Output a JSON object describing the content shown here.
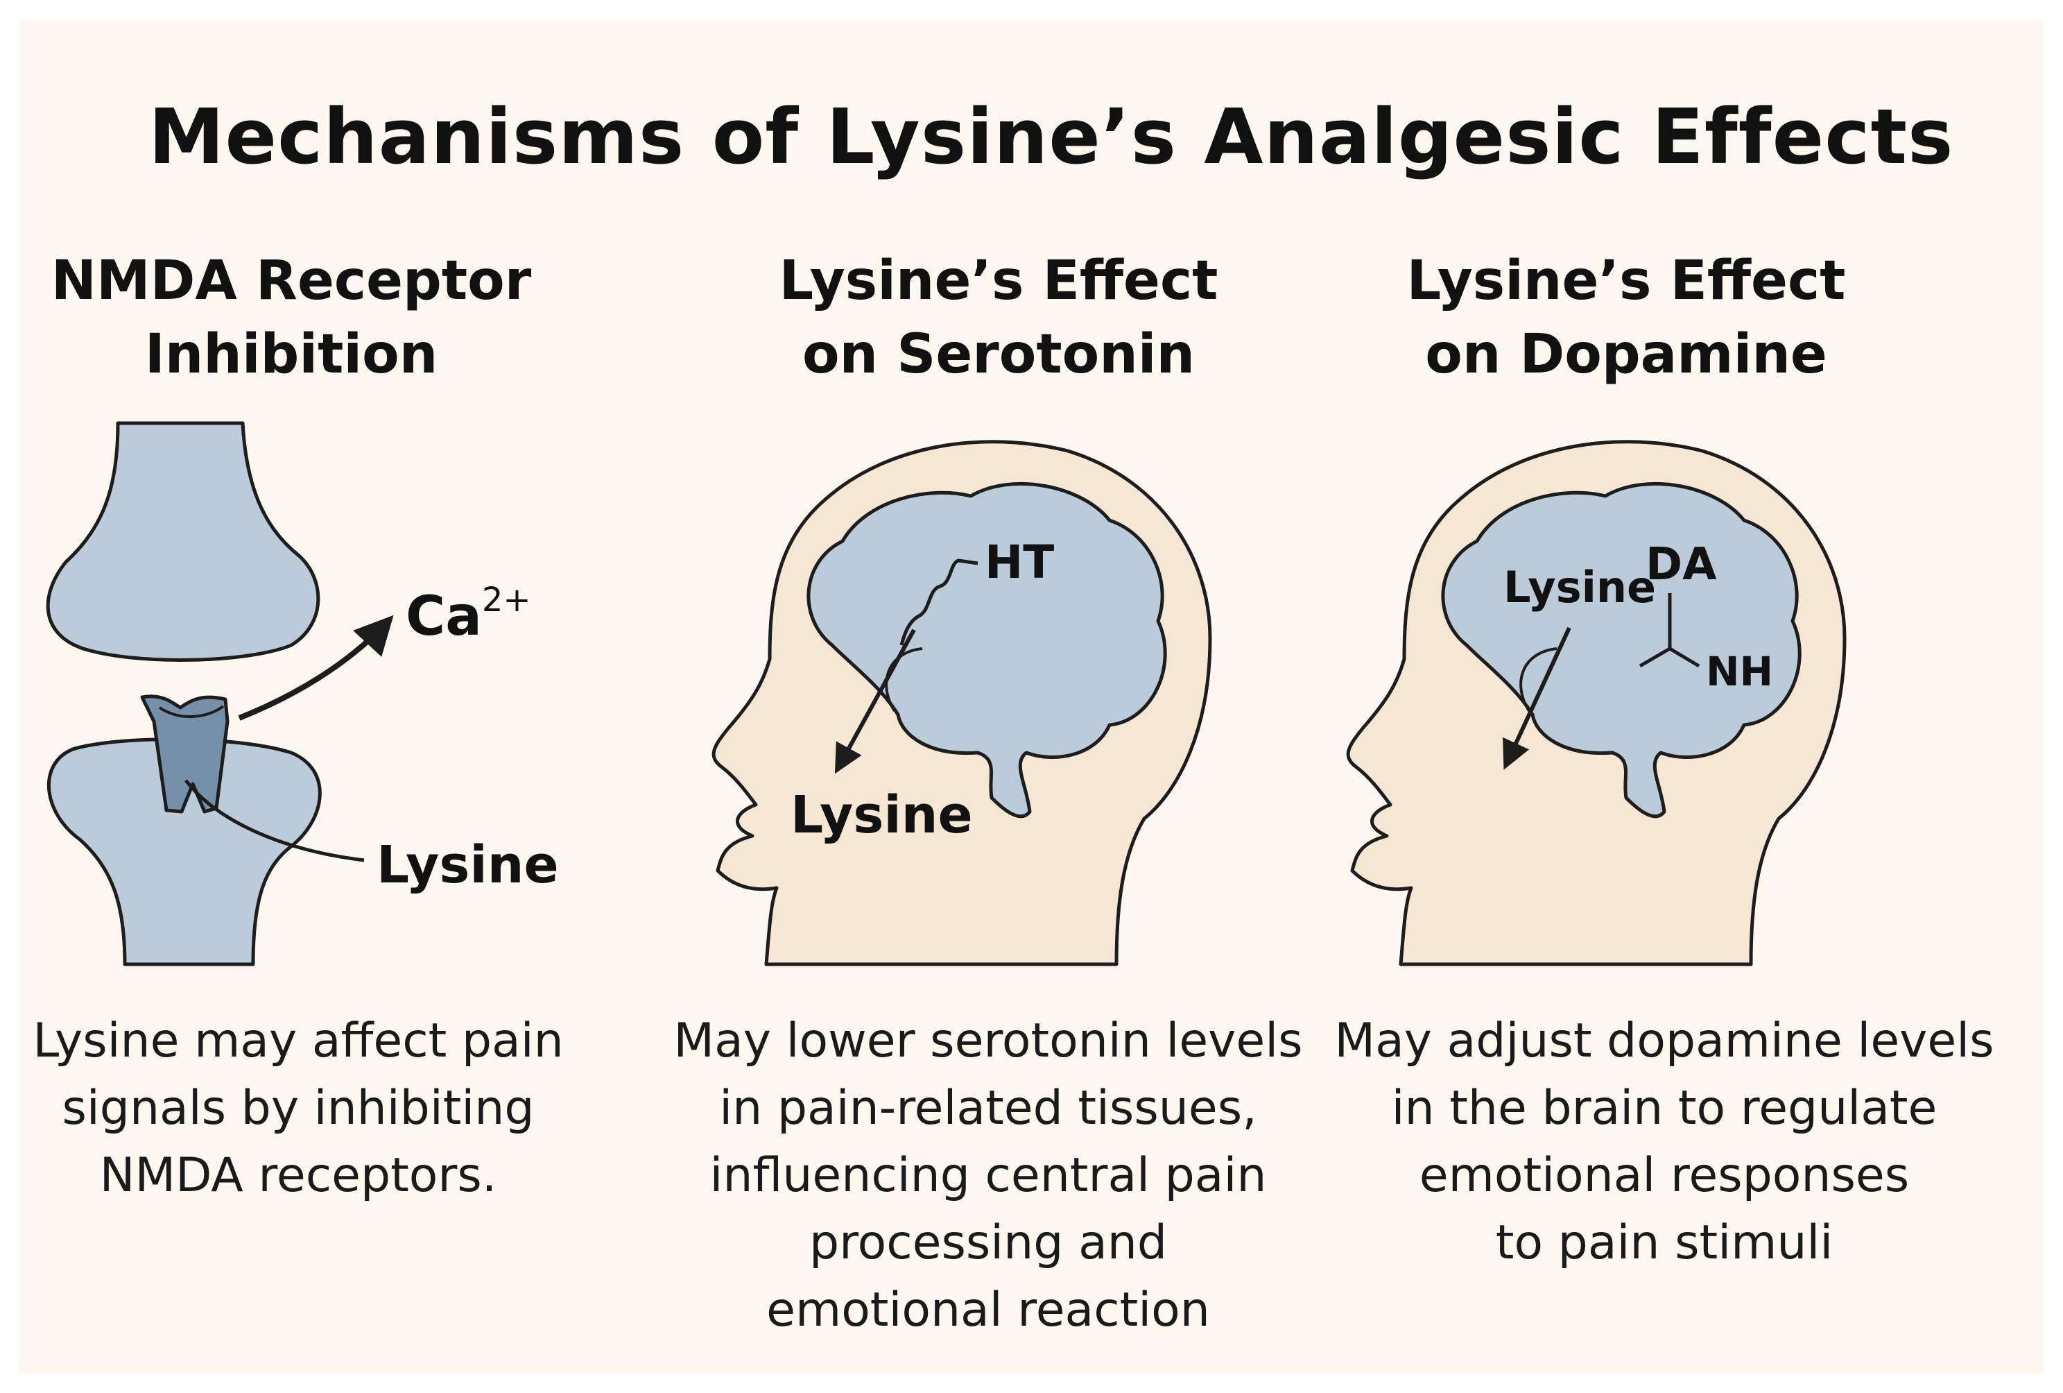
{
  "title": "Mechanisms of Lysine’s Analgesic Effects",
  "colors": {
    "background": "#fcf8ef",
    "skin": "#f6e6d4",
    "brain": "#bccbd9",
    "receptor_body": "#bccbd9",
    "receptor_channel": "#7690aa",
    "outline": "#1d1d1d"
  },
  "panels": [
    {
      "heading_lines": [
        "NMDA Receptor",
        "Inhibition"
      ],
      "labels": {
        "ion": "Ca",
        "ion_charge": "2+",
        "drug": "Lysine"
      },
      "description_lines": [
        "Lysine may affect pain",
        "signals by inhibiting",
        "NMDA receptors."
      ]
    },
    {
      "heading_lines": [
        "Lysine’s Effect",
        "on Serotonin"
      ],
      "labels": {
        "neurotransmitter": "HT",
        "drug": "Lysine"
      },
      "description_lines": [
        "May lower serotonin levels",
        "in pain-related tissues,",
        "influencing central pain",
        "processing and",
        "emotional reaction"
      ]
    },
    {
      "heading_lines": [
        "Lysine’s Effect",
        "on Dopamine"
      ],
      "labels": {
        "neurotransmitter": "DA",
        "group": "NH",
        "drug": "Lysine"
      },
      "description_lines": [
        "May adjust dopamine levels",
        "in the brain to regulate",
        "emotional responses",
        "to pain stimuli"
      ]
    }
  ]
}
